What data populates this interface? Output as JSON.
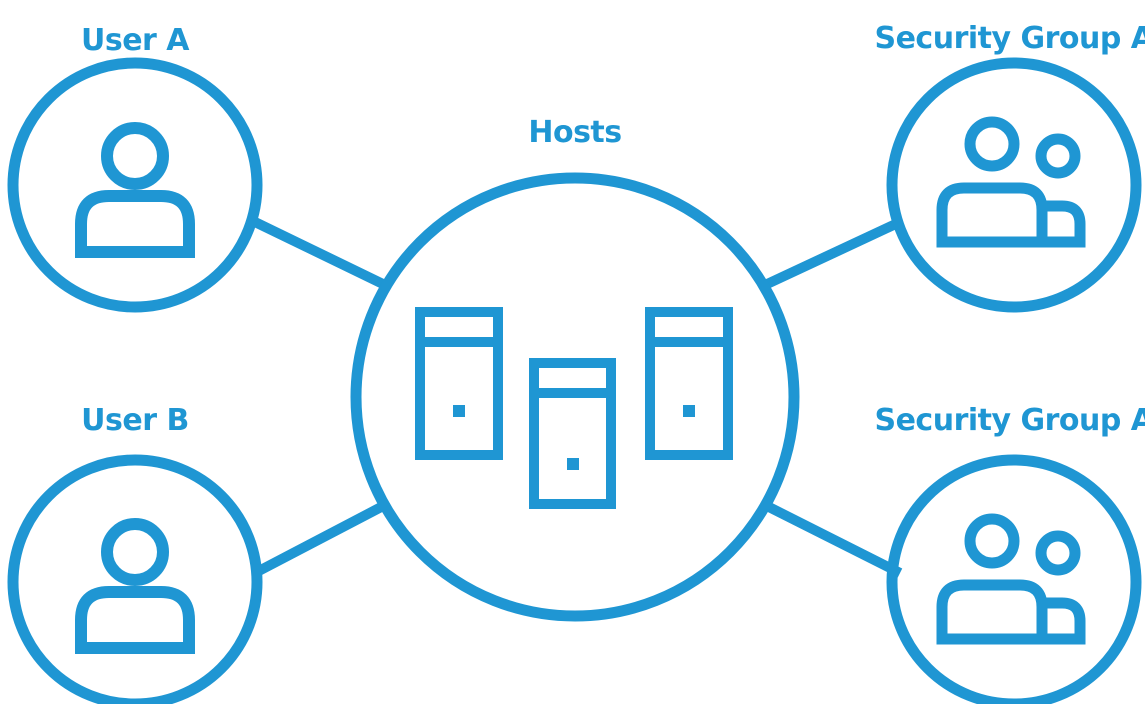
{
  "diagram": {
    "accent_color": "#1f96d3",
    "background_color": "#ffffff",
    "hub": {
      "label": "Hosts",
      "icon": "servers-icon"
    },
    "nodes": {
      "user_a": {
        "label": "User A",
        "icon": "user-icon"
      },
      "user_b": {
        "label": "User B",
        "icon": "user-icon"
      },
      "group_top": {
        "label": "Security Group A",
        "icon": "user-group-icon"
      },
      "group_bottom": {
        "label": "Security Group A",
        "icon": "user-group-icon"
      }
    }
  }
}
